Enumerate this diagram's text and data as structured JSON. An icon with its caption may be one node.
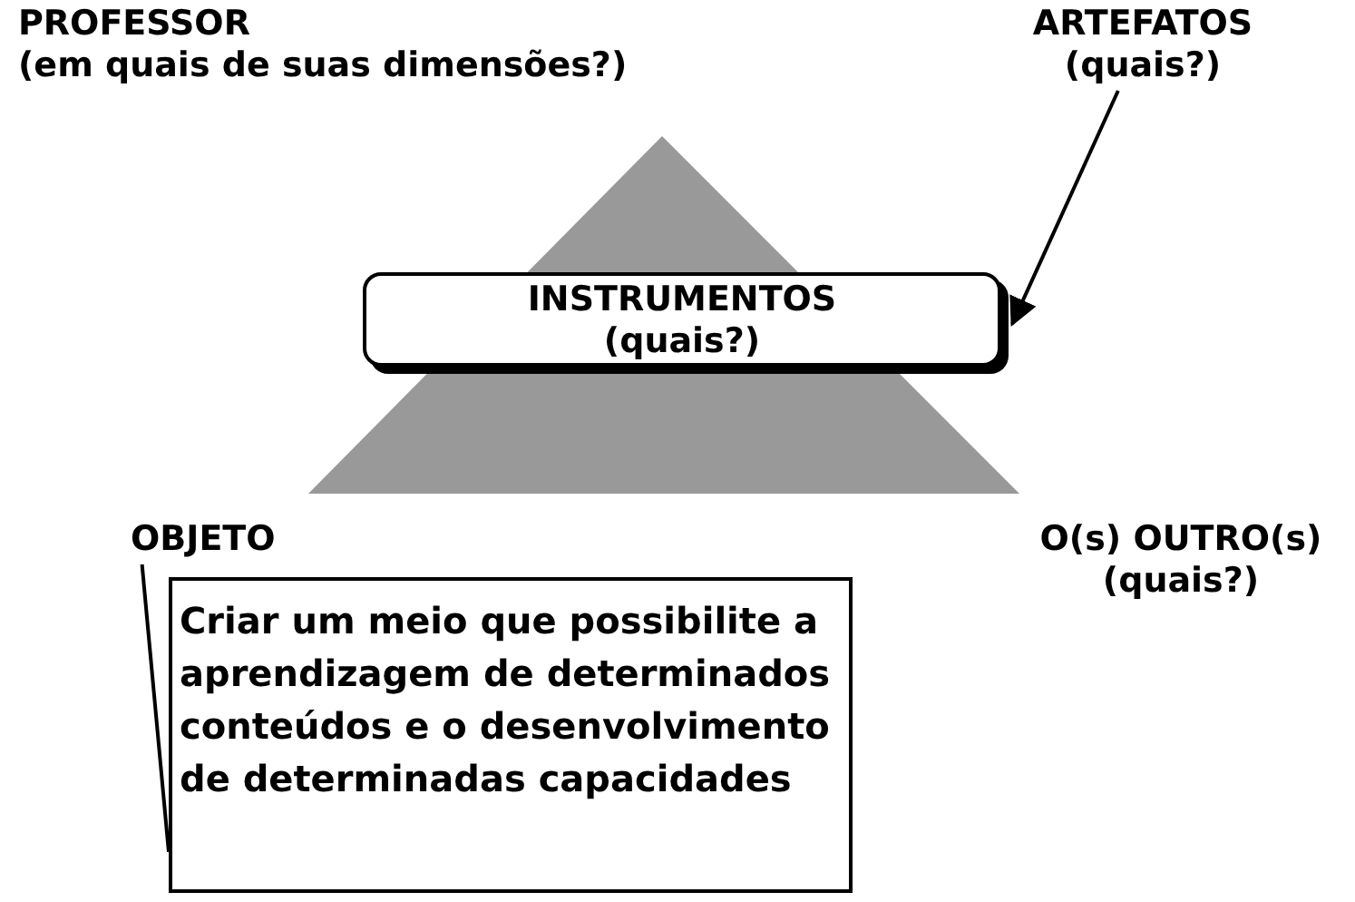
{
  "diagram": {
    "nodes": [
      {
        "text": [
          "ARTEFATOS",
          "(quais?)"
        ]
      },
      {
        "text": [
          "INSTRUMENTOS",
          "(quais?)"
        ]
      },
      {
        "text": [
          "OBJETO"
        ]
      },
      {
        "text": [
          "Criar um meio que possibilite a aprendizagem de determinados conteúdos e o desenvolvimento de determinadas capacidades"
        ]
      }
    ],
    "edges": [
      {
        "from": 0,
        "to": 1,
        "arrow": "to"
      },
      {
        "from": 2,
        "to": 3,
        "arrow": "none"
      }
    ],
    "labels": [
      "PROFESSOR",
      "(em quais de suas dimensões?)",
      "O(s) OUTRO(s)",
      "(quais?)"
    ]
  }
}
